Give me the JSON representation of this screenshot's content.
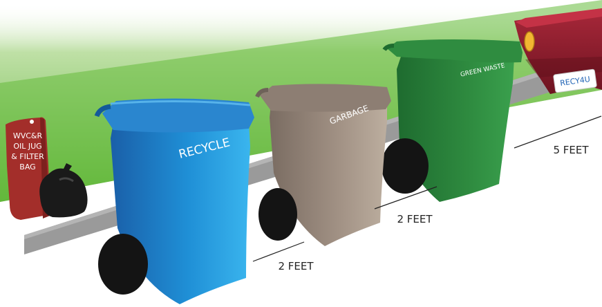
{
  "bins": {
    "recycle": {
      "label": "RECYCLE",
      "color": "#1f8fd6"
    },
    "garbage": {
      "label": "GARBAGE",
      "color": "#9b8b80"
    },
    "green_waste": {
      "label": "GREEN WASTE",
      "color": "#2e8a3f"
    }
  },
  "bag": {
    "lines": [
      "WVC&R",
      "OIL JUG",
      "& FILTER",
      "BAG"
    ],
    "color": "#a32e2a"
  },
  "car": {
    "plate": "RECY4U",
    "color": "#8e1b2a"
  },
  "distances": {
    "recycle_to_garbage": "2 FEET",
    "garbage_to_green": "2 FEET",
    "green_to_car": "5 FEET"
  },
  "colors": {
    "lawn": "#6cbf3f",
    "curb": "#9a9a9a",
    "wheel": "#141414"
  }
}
